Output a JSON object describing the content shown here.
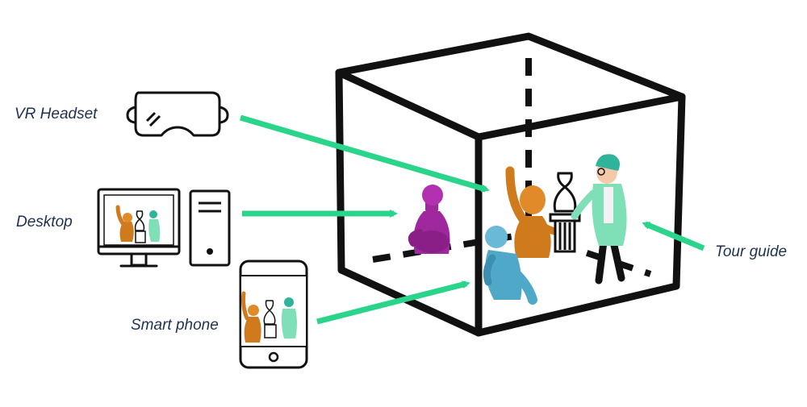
{
  "labels": {
    "vr_headset": "VR Headset",
    "desktop": "Desktop",
    "smart_phone": "Smart phone",
    "tour_guide": "Tour guide"
  },
  "colors": {
    "arrow": "#2ad48a",
    "outline": "#111111",
    "label_text": "#1f3150",
    "purple_avatar": "#a0289e",
    "orange_avatar": "#d07a1e",
    "blue_avatar": "#4fa8c8",
    "guide_teal": "#2fb39a",
    "guide_coat": "#7fe0b8"
  },
  "icons": {
    "vr": "vr-headset-icon",
    "monitor": "desktop-monitor-icon",
    "tower": "computer-tower-icon",
    "phone": "smartphone-icon"
  }
}
